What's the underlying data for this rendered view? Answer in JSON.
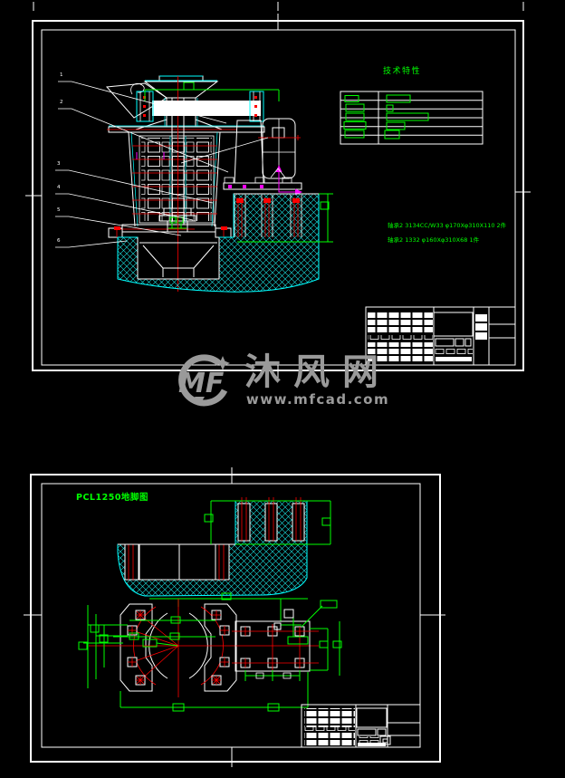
{
  "watermark": {
    "logo_text": "MF",
    "brand": "沐风网",
    "url": "www.mfcad.com",
    "color": "#9a9a9a"
  },
  "sheet1": {
    "tech_table": {
      "title": "技术特性"
    },
    "bearing_notes": [
      "轴承2 3134CC/W33  φ170Xφ310X110  2件",
      "轴承2 1332  φ160Xφ310X68  1件"
    ],
    "leader_labels": [
      "1",
      "2",
      "3",
      "4",
      "5",
      "6"
    ]
  },
  "sheet2": {
    "title": "PCL1250地脚图"
  },
  "colors": {
    "background": "#000000",
    "line": "#ffffff",
    "accent_green": "#00ff00",
    "accent_cyan": "#00ffff",
    "accent_red": "#ff0000",
    "accent_magenta": "#ff00ff",
    "watermark_gray": "#9a9a9a"
  }
}
